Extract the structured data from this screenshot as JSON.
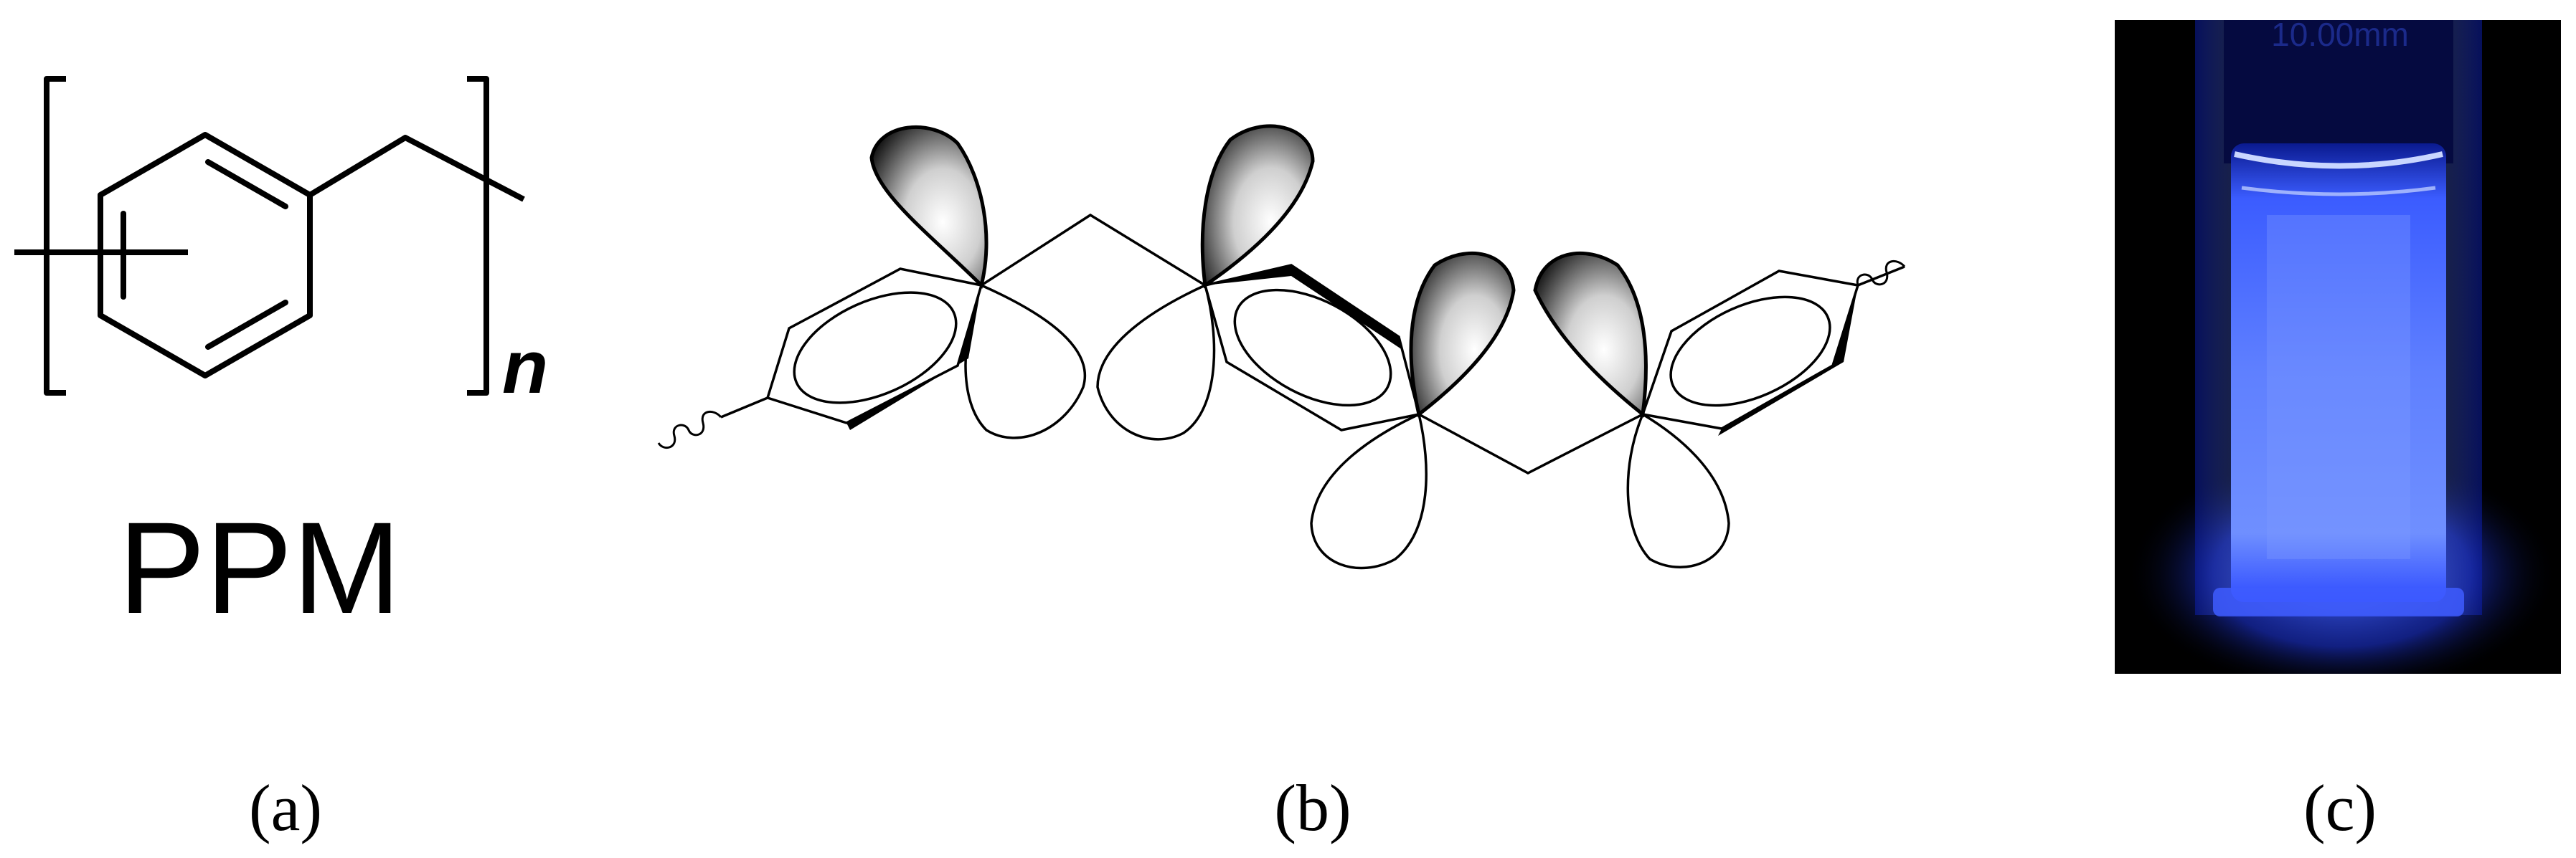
{
  "panel_a": {
    "polymer_name": "PPM",
    "repeat_subscript": "n",
    "caption": "(a)"
  },
  "panel_b": {
    "caption": "(b)"
  },
  "panel_c": {
    "cuvette_marking": "10.00mm",
    "caption": "(c)"
  },
  "colors": {
    "line": "#000000",
    "background": "#ffffff",
    "lobe_shaded": "#2f2f2f",
    "fluorescence": "#2a46ff",
    "photo_background": "#000000"
  }
}
